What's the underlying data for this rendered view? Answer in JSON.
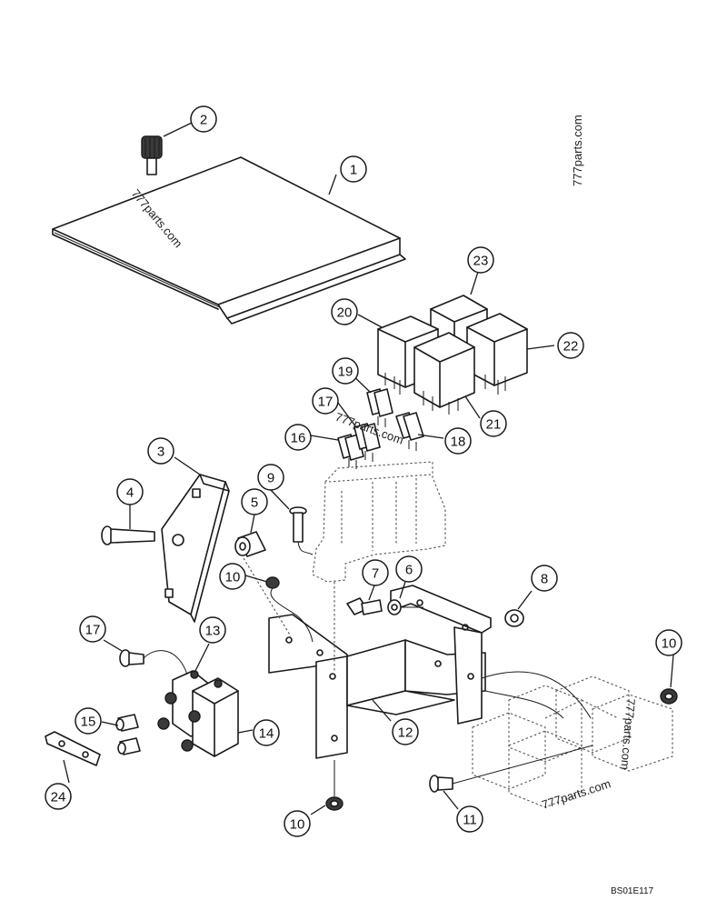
{
  "diagram_code": "BS01E117",
  "watermarks": [
    {
      "text": "777parts.com"
    },
    {
      "text": "777parts.com"
    },
    {
      "text": "777parts.com"
    },
    {
      "text": "777parts.com"
    },
    {
      "text": "777parts.com"
    }
  ],
  "callouts": [
    {
      "label": "1"
    },
    {
      "label": "2"
    },
    {
      "label": "3"
    },
    {
      "label": "4"
    },
    {
      "label": "5"
    },
    {
      "label": "9"
    },
    {
      "label": "10"
    },
    {
      "label": "7"
    },
    {
      "label": "6"
    },
    {
      "label": "8"
    },
    {
      "label": "17"
    },
    {
      "label": "13"
    },
    {
      "label": "15"
    },
    {
      "label": "14"
    },
    {
      "label": "24"
    },
    {
      "label": "12"
    },
    {
      "label": "10"
    },
    {
      "label": "11"
    },
    {
      "label": "10"
    },
    {
      "label": "16"
    },
    {
      "label": "17"
    },
    {
      "label": "18"
    },
    {
      "label": "19"
    },
    {
      "label": "20"
    },
    {
      "label": "21"
    },
    {
      "label": "22"
    },
    {
      "label": "23"
    }
  ]
}
